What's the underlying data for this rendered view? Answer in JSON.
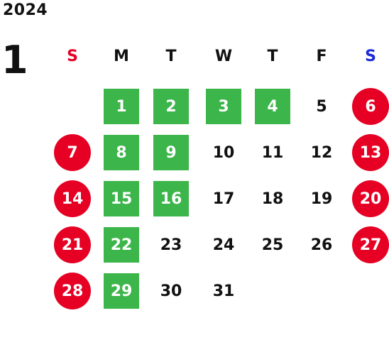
{
  "year": "2024",
  "month": "1",
  "colors": {
    "sunday": "#e60023",
    "saturday": "#1d2ad6",
    "green": "#3cb54a",
    "text": "#111111"
  },
  "weekdays": [
    {
      "label": "S",
      "color": "#e60023"
    },
    {
      "label": "M",
      "color": "#111111"
    },
    {
      "label": "T",
      "color": "#111111"
    },
    {
      "label": "W",
      "color": "#111111"
    },
    {
      "label": "T",
      "color": "#111111"
    },
    {
      "label": "F",
      "color": "#111111"
    },
    {
      "label": "S",
      "color": "#1d2ad6"
    }
  ],
  "weeks": [
    [
      null,
      {
        "day": "1",
        "style": "green"
      },
      {
        "day": "2",
        "style": "green"
      },
      {
        "day": "3",
        "style": "green"
      },
      {
        "day": "4",
        "style": "green"
      },
      {
        "day": "5",
        "style": "plain"
      },
      {
        "day": "6",
        "style": "red"
      }
    ],
    [
      {
        "day": "7",
        "style": "red"
      },
      {
        "day": "8",
        "style": "green"
      },
      {
        "day": "9",
        "style": "green"
      },
      {
        "day": "10",
        "style": "plain"
      },
      {
        "day": "11",
        "style": "plain"
      },
      {
        "day": "12",
        "style": "plain"
      },
      {
        "day": "13",
        "style": "red"
      }
    ],
    [
      {
        "day": "14",
        "style": "red"
      },
      {
        "day": "15",
        "style": "green"
      },
      {
        "day": "16",
        "style": "green"
      },
      {
        "day": "17",
        "style": "plain"
      },
      {
        "day": "18",
        "style": "plain"
      },
      {
        "day": "19",
        "style": "plain"
      },
      {
        "day": "20",
        "style": "red"
      }
    ],
    [
      {
        "day": "21",
        "style": "red"
      },
      {
        "day": "22",
        "style": "green"
      },
      {
        "day": "23",
        "style": "plain"
      },
      {
        "day": "24",
        "style": "plain"
      },
      {
        "day": "25",
        "style": "plain"
      },
      {
        "day": "26",
        "style": "plain"
      },
      {
        "day": "27",
        "style": "red"
      }
    ],
    [
      {
        "day": "28",
        "style": "red"
      },
      {
        "day": "29",
        "style": "green"
      },
      {
        "day": "30",
        "style": "plain"
      },
      {
        "day": "31",
        "style": "plain"
      },
      null,
      null,
      null
    ]
  ]
}
